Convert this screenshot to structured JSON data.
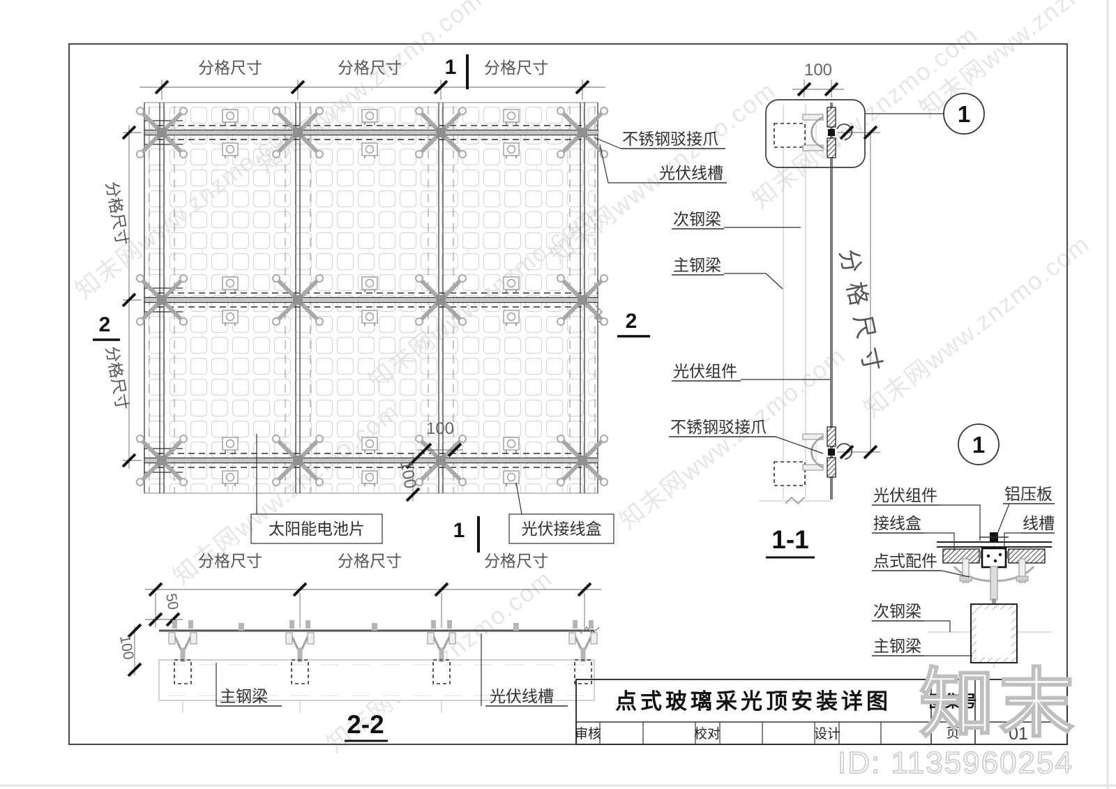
{
  "colors": {
    "ink": "#2f2f2f",
    "fitting_gray": "#9a9a9a",
    "cell_gray": "#d7d7d7",
    "watermark_gray": "#c5c5c5"
  },
  "watermarks": {
    "diagonal": "知末网www.znzmo.com",
    "brand": "知末",
    "id_label": "ID: 1135960254"
  },
  "marks": {
    "section1": "1",
    "section2": "2",
    "bubble1": "1"
  },
  "dims": {
    "grid": "分格尺寸",
    "d100": "100",
    "d50": "50"
  },
  "labels": {
    "spider": "不锈钢驳接爪",
    "pv_trough": "光伏线槽",
    "secondary_beam": "次钢梁",
    "main_beam": "主钢梁",
    "pv_module": "光伏组件",
    "solar_cell": "太阳能电池片",
    "pv_junction_box": "光伏接线盒",
    "al_plate": "铝压板",
    "junction_box": "接线盒",
    "channel": "线槽",
    "point_fitting": "点式配件"
  },
  "sections": {
    "s11": "1-1",
    "s22": "2-2"
  },
  "titleblock": {
    "title": "点式玻璃采光顶安装详图",
    "atlas_no": "图集号",
    "review": "审核",
    "proofread": "校对",
    "design": "设计",
    "page": "页",
    "page_no": "01"
  }
}
